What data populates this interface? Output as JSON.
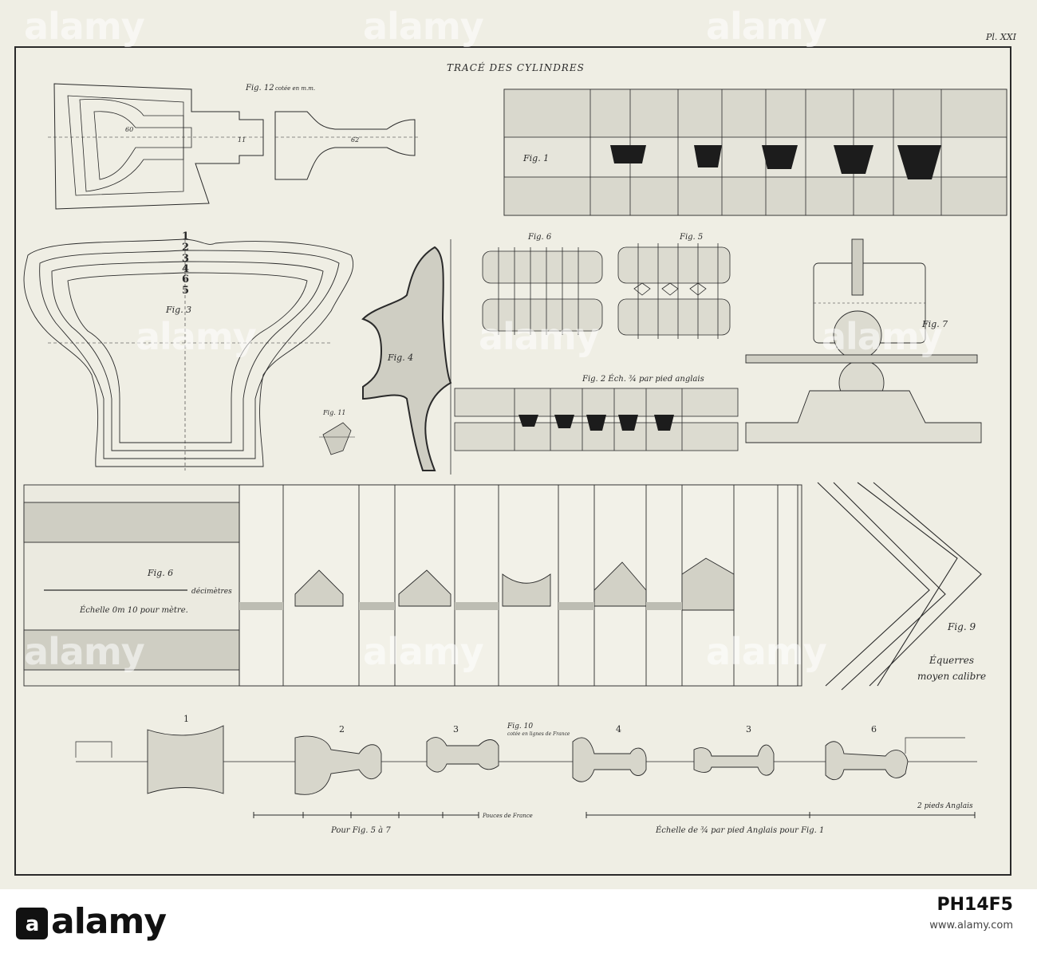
{
  "plate": {
    "number": "Pl. XXI",
    "title": "TRACÉ DES CYLINDRES"
  },
  "figures": {
    "fig1": "Fig. 1",
    "fig2": "Fig. 2  Éch. ¾ par pied anglais",
    "fig3": "Fig. 3",
    "fig4": "Fig. 4",
    "fig5": "Fig. 5",
    "fig6_top": "Fig. 6",
    "fig6_bottom": "Fig. 6",
    "fig7": "Fig. 7",
    "fig9": "Fig. 9",
    "fig9_caption1": "Équerres",
    "fig9_caption2": "moyen calibre",
    "fig10": "Fig. 10",
    "fig10_sub": "cotée en lignes de France",
    "fig11": "Fig. 11",
    "fig12": "Fig. 12",
    "fig12_sub": "cotée en m.m."
  },
  "scales": {
    "decimeters": "décimètres",
    "scale_metric": "Échelle 0m 10 pour mètre.",
    "scale_fig5_7": "Pour Fig. 5 à 7",
    "scale_english": "Échelle de ¾ par pied Anglais pour Fig. 1",
    "english_feet": "2 pieds Anglais",
    "pouces": "Pouces de France"
  },
  "fig10_profiles": [
    "1",
    "2",
    "3",
    "4",
    "3",
    "6"
  ],
  "fig3_stack": [
    "1",
    "2",
    "3",
    "4",
    "6",
    "5"
  ],
  "dimensions": {
    "fig12_a": "60",
    "fig12_b": "62",
    "fig12_c": "11"
  },
  "stock": {
    "watermark": "alamy",
    "logo": "alamy",
    "image_id": "PH14F5",
    "url": "www.alamy.com"
  },
  "colors": {
    "paper": "#efeee4",
    "ink": "#2a2a2a",
    "shade": "#bdbdb3"
  }
}
